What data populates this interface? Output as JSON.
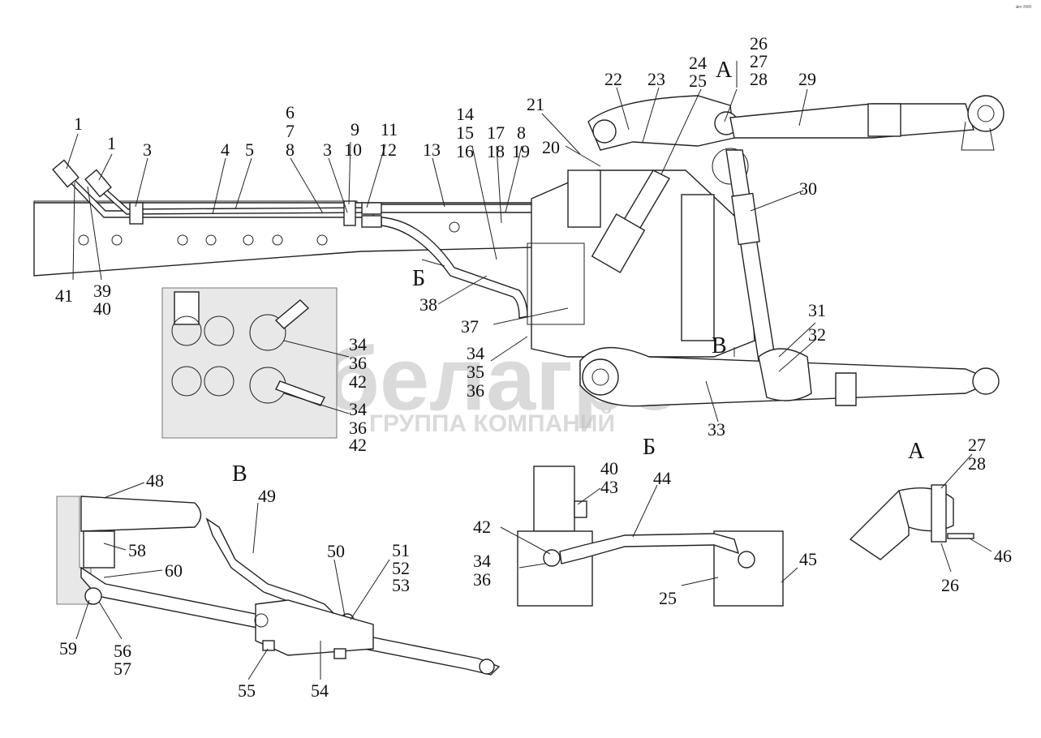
{
  "corner_mark": "a∞ mm",
  "views": {
    "A_main": "А",
    "B_main": "Б",
    "V_main": "В",
    "B_detail": "Б",
    "V_detail": "В",
    "A_detail": "А"
  },
  "watermark": {
    "logo_text": "белагро",
    "sub_text": "ГРУППА КОМПАНИЙ"
  },
  "callouts": {
    "c1a": "1",
    "c1b": "1",
    "c3a": "3",
    "c4": "4",
    "c5": "5",
    "c6": "6",
    "c7": "7",
    "c8a": "8",
    "c3b": "3",
    "c9": "9",
    "c10": "10",
    "c11": "11",
    "c12": "12",
    "c13": "13",
    "c14": "14",
    "c15": "15",
    "c16": "16",
    "c17": "17",
    "c18": "18",
    "c8b": "8",
    "c19": "19",
    "c20": "20",
    "c21": "21",
    "c22": "22",
    "c23": "23",
    "c24": "24",
    "c25": "25",
    "c26": "26",
    "c27": "27",
    "c28": "28",
    "c29": "29",
    "c30": "30",
    "c31": "31",
    "c32": "32",
    "c33": "33",
    "c34a": "34",
    "c36a": "36",
    "c42a": "42",
    "c34b": "34",
    "c36b": "36",
    "c42b": "42",
    "c34c": "34",
    "c35": "35",
    "c36c": "36",
    "c37": "37",
    "c38": "38",
    "c39": "39",
    "c40": "40",
    "c41": "41",
    "c40b": "40",
    "c43": "43",
    "c44": "44",
    "c42c": "42",
    "c34d": "34",
    "c36d": "36",
    "c25b": "25",
    "c45": "45",
    "c27b": "27",
    "c28b": "28",
    "c46": "46",
    "c26b": "26",
    "c48": "48",
    "c49": "49",
    "c50": "50",
    "c51": "51",
    "c52": "52",
    "c53": "53",
    "c58": "58",
    "c60": "60",
    "c59": "59",
    "c56": "56",
    "c57": "57",
    "c55": "55",
    "c54": "54"
  }
}
